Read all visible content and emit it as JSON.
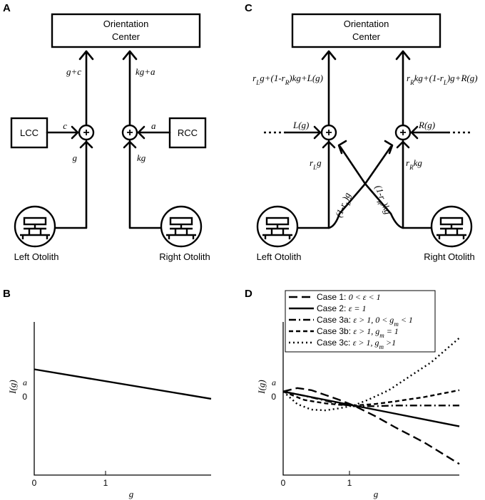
{
  "panels": {
    "A": {
      "letter": "A",
      "orientation_center": [
        "Orientation",
        "Center"
      ],
      "left_box": "LCC",
      "right_box": "RCC",
      "left_up": "g+c",
      "right_up": "kg+a",
      "left_side": "c",
      "right_side": "a",
      "left_low": "g",
      "right_low": "kg",
      "left_otolith": "Left Otolith",
      "right_otolith": "Right Otolith"
    },
    "B": {
      "letter": "B",
      "ylabel": "I(g)",
      "xlabel": "g",
      "ytick_a": "a",
      "ytick_0": "0",
      "xtick_0": "0",
      "xtick_1": "1"
    },
    "C": {
      "letter": "C",
      "orientation_center": [
        "Orientation",
        "Center"
      ],
      "left_up": "r_Lg+(1-r_R)kg+L(g)",
      "right_up": "r_Rkg+(1-r_L)g+R(g)",
      "left_input": "L(g)",
      "right_input": "R(g)",
      "left_low": "r_Lg",
      "right_low": "r_Rkg",
      "cross_left": "(1-r_L)g",
      "cross_right": "(1-r_R)kg",
      "left_otolith": "Left Otolith",
      "right_otolith": "Right Otolith"
    },
    "D": {
      "letter": "D",
      "ylabel": "I(g)",
      "xlabel": "g",
      "ytick_a": "a",
      "ytick_0": "0",
      "xtick_0": "0",
      "xtick_1": "1",
      "legend": [
        {
          "case": "Case 1:",
          "cond": "0 < ε < 1",
          "style": "long-dash"
        },
        {
          "case": "Case 2:",
          "cond": "ε = 1",
          "style": "solid"
        },
        {
          "case": "Case 3a:",
          "cond": "ε > 1, 0 < g_m < 1",
          "style": "dash-dot"
        },
        {
          "case": "Case 3b:",
          "cond": "ε > 1, g_m = 1",
          "style": "short-dash"
        },
        {
          "case": "Case 3c:",
          "cond": "ε > 1, g_m >1",
          "style": "dotted"
        }
      ]
    }
  },
  "chart_data": [
    {
      "type": "line",
      "panel": "B",
      "xlabel": "g",
      "ylabel": "I(g)",
      "xlim": [
        0,
        2.5
      ],
      "ylim": [
        -1.65,
        1.0
      ],
      "xticks": [
        "0",
        "1"
      ],
      "yticks": [
        "0",
        "a"
      ],
      "series": [
        {
          "x": [
            0,
            2.5
          ],
          "y": [
            0.18,
            -0.33
          ]
        }
      ]
    },
    {
      "type": "line",
      "panel": "D",
      "xlabel": "g",
      "ylabel": "I(g)",
      "xlim": [
        0,
        2.5
      ],
      "ylim": [
        -1.0,
        1.2
      ],
      "xticks": [
        "0",
        "1"
      ],
      "yticks": [
        "0",
        "a"
      ],
      "legend_position": "top-left",
      "series": [
        {
          "name": "Case 1: 0 < ε < 1",
          "style": "long-dash",
          "x": [
            0,
            0.2,
            0.4,
            0.6,
            0.8,
            1.0,
            1.3,
            1.6,
            2.0,
            2.5
          ],
          "y": [
            0.2,
            0.25,
            0.22,
            0.15,
            0.08,
            0.0,
            -0.15,
            -0.32,
            -0.53,
            -0.84
          ]
        },
        {
          "name": "Case 2: ε = 1",
          "style": "solid",
          "x": [
            0,
            0.5,
            1.0,
            1.5,
            2.0,
            2.5
          ],
          "y": [
            0.2,
            0.1,
            0.0,
            -0.1,
            -0.2,
            -0.3
          ]
        },
        {
          "name": "Case 3a: ε > 1, 0 < g_m < 1",
          "style": "dash-dot",
          "x": [
            0,
            0.3,
            0.6,
            0.8,
            1.0,
            1.3,
            1.6,
            2.0,
            2.5
          ],
          "y": [
            0.2,
            0.14,
            0.07,
            0.02,
            -0.01,
            -0.01,
            0.0,
            0.0,
            0.0
          ]
        },
        {
          "name": "Case 3b: ε > 1, g_m = 1",
          "style": "short-dash",
          "x": [
            0,
            0.3,
            0.6,
            0.8,
            1.0,
            1.3,
            1.6,
            2.0,
            2.5
          ],
          "y": [
            0.2,
            0.08,
            0.03,
            0.01,
            0.0,
            0.02,
            0.06,
            0.12,
            0.22
          ]
        },
        {
          "name": "Case 3c: ε > 1, g_m >1",
          "style": "dotted",
          "x": [
            0,
            0.2,
            0.4,
            0.6,
            0.8,
            1.0,
            1.2,
            1.5,
            1.8,
            2.1,
            2.5
          ],
          "y": [
            0.2,
            0.02,
            -0.06,
            -0.07,
            -0.04,
            0.0,
            0.08,
            0.22,
            0.42,
            0.62,
            0.97
          ]
        }
      ]
    }
  ]
}
